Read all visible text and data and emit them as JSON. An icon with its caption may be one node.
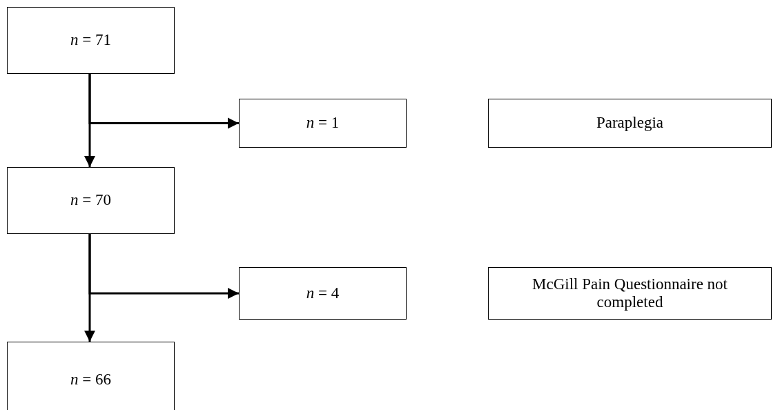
{
  "diagram": {
    "nodes": [
      {
        "text": [
          "*n* = 71"
        ]
      },
      {
        "text": [
          "*n* = 1"
        ]
      },
      {
        "text": [
          "Paraplegia"
        ]
      },
      {
        "text": [
          "*n* = 70"
        ]
      },
      {
        "text": [
          "*n* = 4"
        ]
      },
      {
        "text": [
          "McGill Pain Questionnaire not completed"
        ]
      },
      {
        "text": [
          "*n* = 66"
        ]
      }
    ],
    "edges": [
      {
        "from": 0,
        "to": 3,
        "arrow": "to"
      },
      {
        "from": 0,
        "to": 1,
        "arrow": "to"
      },
      {
        "from": 3,
        "to": 6,
        "arrow": "to"
      },
      {
        "from": 3,
        "to": 4,
        "arrow": "to"
      }
    ]
  }
}
